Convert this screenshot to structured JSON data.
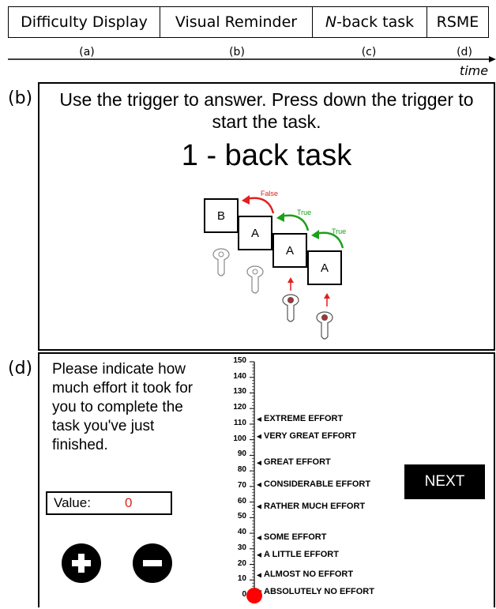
{
  "timeline": {
    "stages": [
      {
        "name": "Difficulty Display",
        "label": "(a)"
      },
      {
        "name": "Visual Reminder",
        "label": "(b)"
      },
      {
        "name_italic": "N",
        "name_rest": "-back task",
        "label": "(c)"
      },
      {
        "name": "RSME",
        "label": "(d)"
      }
    ],
    "axis_label": "time"
  },
  "panel_b": {
    "letter": "(b)",
    "instruction": "Use the trigger to answer. Press down the trigger to start the task.",
    "task_title": "1 - back task",
    "cards": [
      "B",
      "A",
      "A",
      "A"
    ],
    "arrows": [
      {
        "label": "False",
        "color": "#e02020"
      },
      {
        "label": "True",
        "color": "#1aa01a"
      },
      {
        "label": "True",
        "color": "#1aa01a"
      }
    ],
    "controller_icon": "vr-controller-icon"
  },
  "panel_d": {
    "letter": "(d)",
    "question": "Please indicate how much effort it took for you to complete the task you've just finished.",
    "value_label": "Value:",
    "value": "0",
    "value_color": "#e02020",
    "plus_icon": "plus-icon",
    "minus_icon": "minus-icon",
    "next_label": "NEXT",
    "scale": {
      "min": 0,
      "max": 150,
      "ticks": [
        "150",
        "140",
        "130",
        "120",
        "110",
        "100",
        "90",
        "80",
        "70",
        "60",
        "50",
        "40",
        "30",
        "20",
        "10",
        "0"
      ],
      "anchors": [
        {
          "label": "EXTREME EFFORT",
          "value": 113
        },
        {
          "label": "VERY GREAT EFFORT",
          "value": 102
        },
        {
          "label": "GREAT EFFORT",
          "value": 85
        },
        {
          "label": "CONSIDERABLE EFFORT",
          "value": 71
        },
        {
          "label": "RATHER MUCH EFFORT",
          "value": 57
        },
        {
          "label": "SOME EFFORT",
          "value": 37
        },
        {
          "label": "A LITTLE EFFORT",
          "value": 26
        },
        {
          "label": "ALMOST NO EFFORT",
          "value": 13
        },
        {
          "label": "ABSOLUTELY NO EFFORT",
          "value": 2
        }
      ],
      "marker_value": 0,
      "marker_color": "#ff0000"
    }
  }
}
